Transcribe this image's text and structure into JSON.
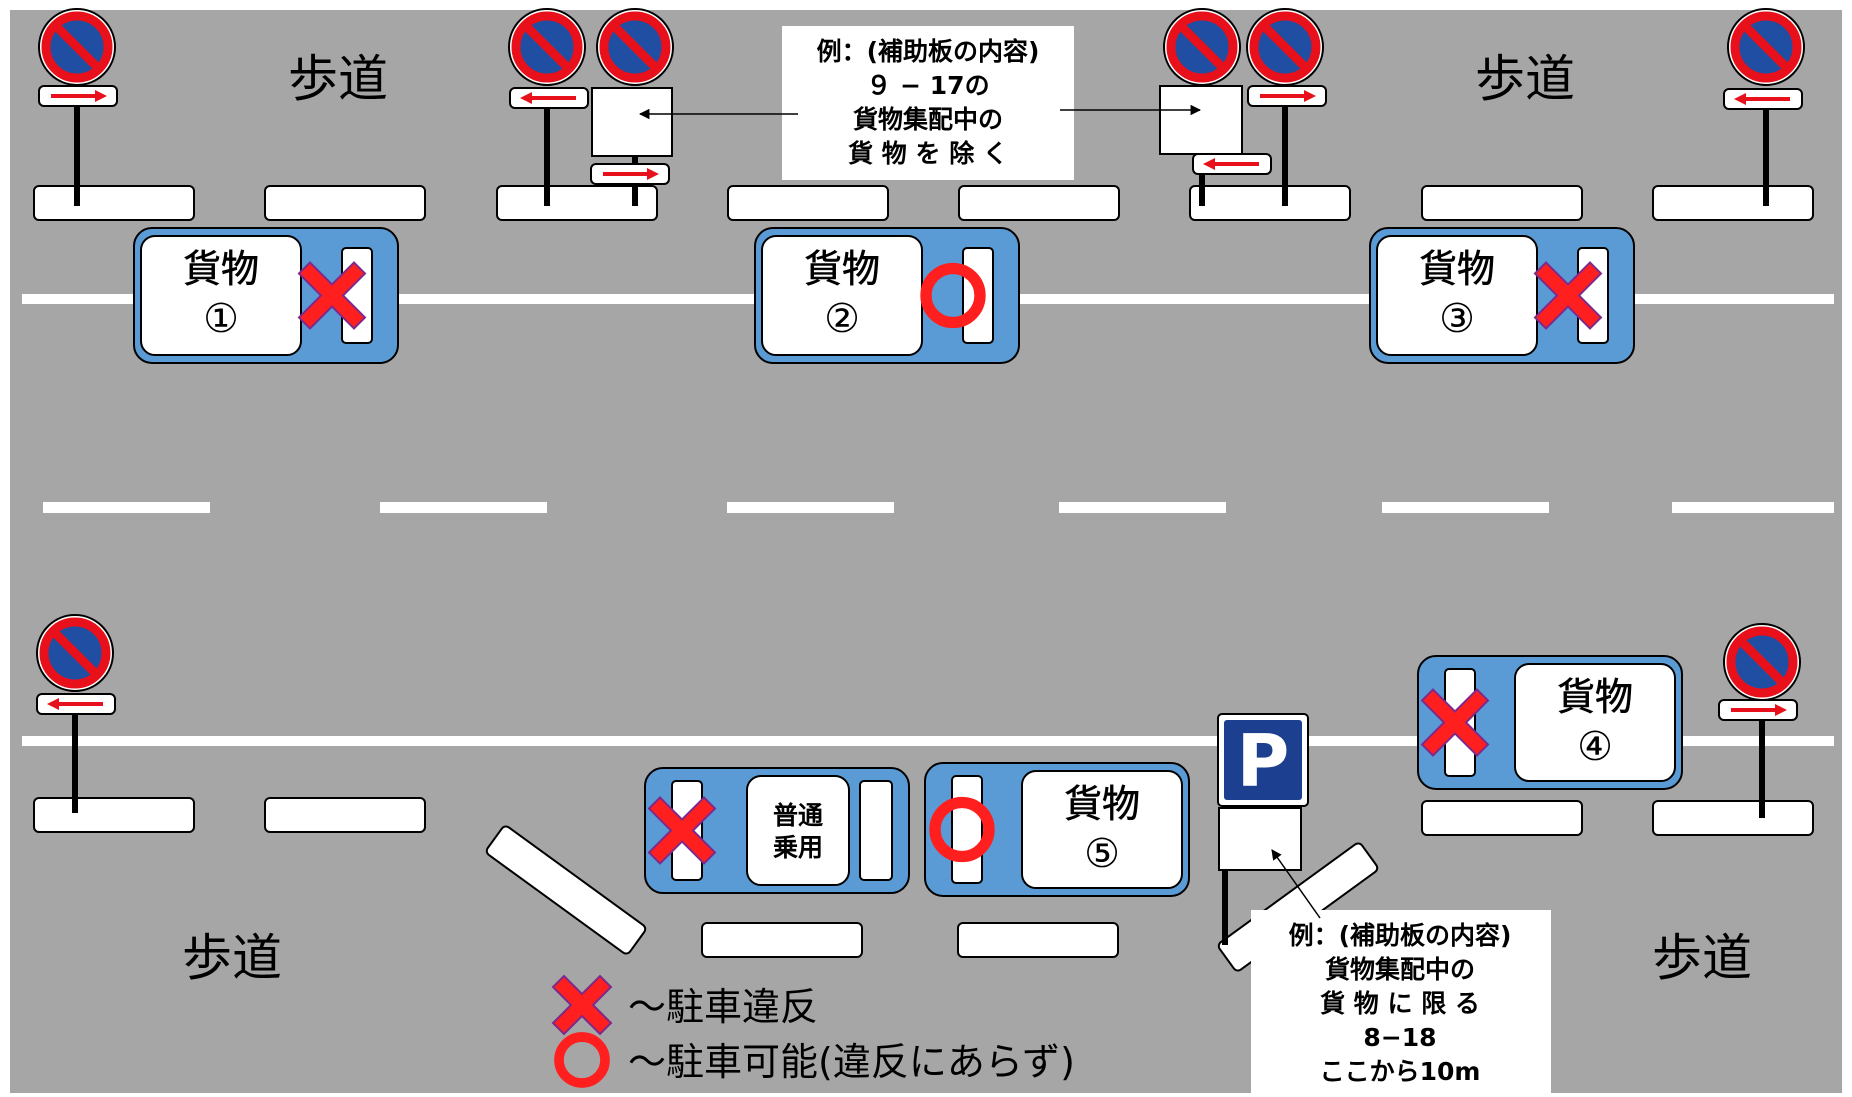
{
  "sidewalk_label": "歩道",
  "vehicles": [
    {
      "id": "1",
      "type": "cargo",
      "label": "貨物",
      "number": "①",
      "mark": "cross"
    },
    {
      "id": "2",
      "type": "cargo",
      "label": "貨物",
      "number": "②",
      "mark": "circle"
    },
    {
      "id": "3",
      "type": "cargo",
      "label": "貨物",
      "number": "③",
      "mark": "cross"
    },
    {
      "id": "4",
      "type": "cargo",
      "label": "貨物",
      "number": "④",
      "mark": "cross"
    },
    {
      "id": "5",
      "type": "cargo",
      "label": "貨物",
      "number": "⑤",
      "mark": "circle"
    },
    {
      "id": "passenger",
      "type": "passenger",
      "label_line1": "普通",
      "label_line2": "乗用",
      "mark": "cross"
    }
  ],
  "callout_top": {
    "lines": [
      "例：(補助板の内容)",
      "９ − 17の",
      "貨物集配中の",
      "貨 物 を 除 く"
    ]
  },
  "callout_bottom": {
    "lines": [
      "例：(補助板の内容)",
      "貨物集配中の",
      "貨 物 に 限 る",
      "8−18",
      "ここから10m"
    ]
  },
  "parking_sign_letter": "P",
  "legend": [
    {
      "mark": "cross",
      "text": "〜駐車違反"
    },
    {
      "mark": "circle",
      "text": "〜駐車可能(違反にあらず)"
    }
  ],
  "colors": {
    "road": "#a6a6a6",
    "vehicle_blue": "#5b9bd5",
    "sign_red": "#e8101a",
    "sign_blue": "#1f4ea3",
    "mark_red": "#ff1f1f",
    "parking_blue": "#1c3f8f"
  },
  "icons": {
    "no_parking_sign": "no-parking-sign-icon",
    "parking_sign": "parking-sign-icon",
    "violation_mark": "cross-mark-icon",
    "allowed_mark": "circle-mark-icon",
    "direction_arrow": "arrow-icon"
  }
}
